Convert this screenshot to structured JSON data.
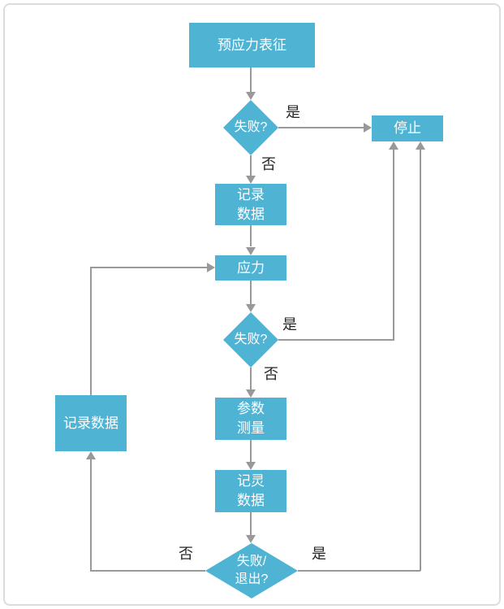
{
  "diagram": {
    "type": "flowchart",
    "colors": {
      "node_fill": "#4FB3D4",
      "node_text": "#ffffff",
      "connector": "#999999",
      "edge_label_text": "#262626",
      "frame_border": "#dcdcdc",
      "background": "#ffffff"
    },
    "nodes": {
      "start": {
        "shape": "rect",
        "label": "预应力表征"
      },
      "fail1": {
        "shape": "diamond",
        "label": "失败?"
      },
      "stop": {
        "shape": "rect",
        "label": "停止"
      },
      "record_top": {
        "shape": "rect",
        "label": "记录\n数据"
      },
      "stress": {
        "shape": "rect",
        "label": "应力"
      },
      "fail2": {
        "shape": "diamond",
        "label": "失败?"
      },
      "param": {
        "shape": "rect",
        "label": "参数\n测量"
      },
      "record_mid": {
        "shape": "rect",
        "label": "记灵\n数据"
      },
      "fail3": {
        "shape": "diamond",
        "label": "失败/\n退出?"
      },
      "record_left": {
        "shape": "rect",
        "label": "记录数据"
      }
    },
    "edges": [
      {
        "from": "start",
        "to": "fail1",
        "label": ""
      },
      {
        "from": "fail1",
        "to": "stop",
        "label": "是"
      },
      {
        "from": "fail1",
        "to": "record_top",
        "label": "否"
      },
      {
        "from": "record_top",
        "to": "stress",
        "label": ""
      },
      {
        "from": "stress",
        "to": "fail2",
        "label": ""
      },
      {
        "from": "fail2",
        "to": "stop",
        "label": "是"
      },
      {
        "from": "fail2",
        "to": "param",
        "label": "否"
      },
      {
        "from": "param",
        "to": "record_mid",
        "label": ""
      },
      {
        "from": "record_mid",
        "to": "fail3",
        "label": ""
      },
      {
        "from": "fail3",
        "to": "record_left",
        "label": "否"
      },
      {
        "from": "fail3",
        "to": "stop",
        "label": "是"
      },
      {
        "from": "record_left",
        "to": "stress",
        "label": ""
      }
    ]
  }
}
